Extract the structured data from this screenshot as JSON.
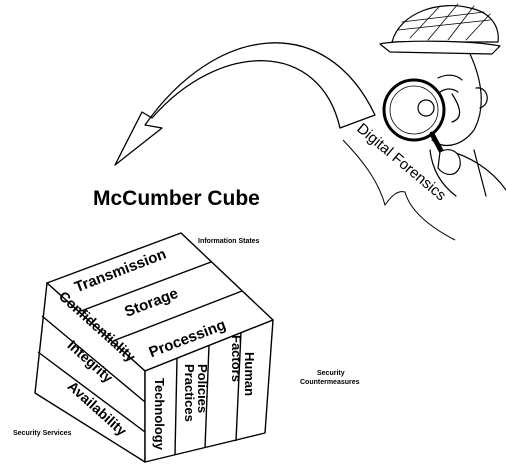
{
  "title": "McCumber Cube",
  "forensics_label": "Digital Forensics",
  "labels": {
    "information_states": "Information States",
    "security_countermeasures_line1": "Security",
    "security_countermeasures_line2": "Countermeasures",
    "security_services": "Security Services"
  },
  "cube": {
    "top_face": [
      "Transmission",
      "Storage",
      "Processing"
    ],
    "left_face": [
      "Confidentiality",
      "Integrity",
      "Availability"
    ],
    "right_face": {
      "technology": "Technology",
      "policies_line1": "Policies",
      "policies_line2": "Practices",
      "human_line1": "Human",
      "human_line2": "Factors"
    }
  },
  "illustration": {
    "icon": "detective-with-magnifying-glass-icon",
    "arrow": "curved-arrow-icon"
  }
}
